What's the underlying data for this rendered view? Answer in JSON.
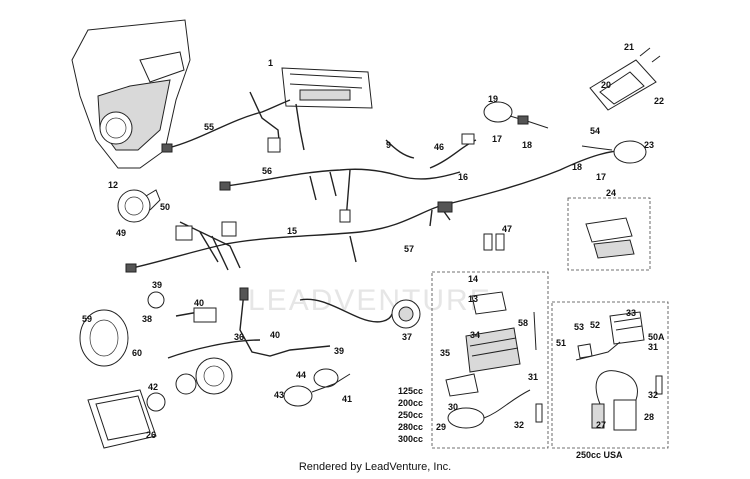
{
  "watermark": "LEADVENTURE",
  "credit": "Rendered by LeadVenture, Inc.",
  "callouts": [
    "1",
    "9",
    "12",
    "13",
    "14",
    "15",
    "16",
    "17",
    "17",
    "18",
    "18",
    "19",
    "20",
    "21",
    "22",
    "23",
    "24",
    "26",
    "27",
    "28",
    "29",
    "30",
    "31",
    "31",
    "32",
    "32",
    "33",
    "34",
    "35",
    "36",
    "37",
    "38",
    "39",
    "39",
    "40",
    "40",
    "41",
    "42",
    "43",
    "44",
    "46",
    "47",
    "49",
    "50",
    "50A",
    "51",
    "52",
    "53",
    "54",
    "55",
    "56",
    "57",
    "58",
    "59",
    "60"
  ],
  "engine_variants": [
    "125cc",
    "200cc",
    "250cc",
    "280cc",
    "300cc"
  ],
  "usa_box_label": "250cc  USA"
}
